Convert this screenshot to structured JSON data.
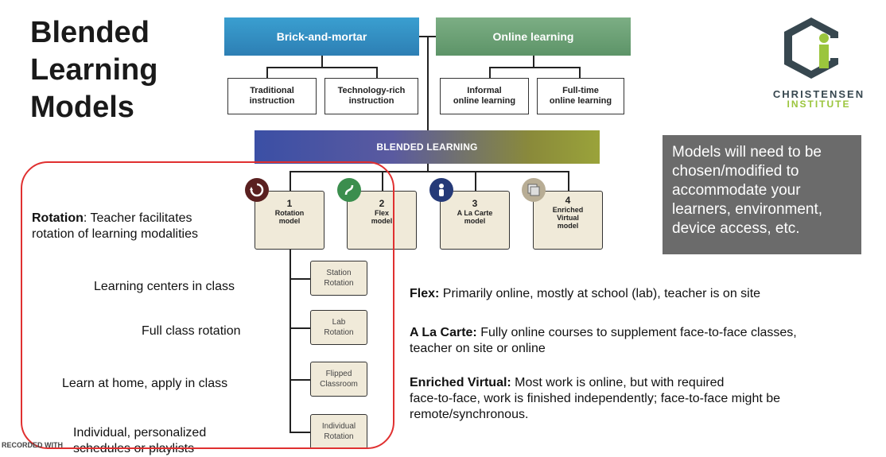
{
  "title": [
    "Blended",
    "Learning",
    "Models"
  ],
  "top": {
    "brick": "Brick-and-mortar",
    "online": "Online learning",
    "brick_children": [
      [
        "Traditional",
        "instruction"
      ],
      [
        "Technology-rich",
        "instruction"
      ]
    ],
    "online_children": [
      [
        "Informal",
        "online learning"
      ],
      [
        "Full-time",
        "online learning"
      ]
    ]
  },
  "logo": {
    "line1": "CHRISTENSEN",
    "line2": "INSTITUTE"
  },
  "blended": "BLENDED LEARNING",
  "models": [
    {
      "num": "1",
      "label1": "Rotation",
      "label2": "model",
      "icon": "rotation-icon"
    },
    {
      "num": "2",
      "label1": "Flex",
      "label2": "model",
      "icon": "flex-icon"
    },
    {
      "num": "3",
      "label1": "A La Carte",
      "label2": "model",
      "icon": "person-icon"
    },
    {
      "num": "4",
      "label1": "Enriched",
      "label2": "Virtual",
      "label3": "model",
      "icon": "layers-icon"
    }
  ],
  "note": "Models will need to be chosen/modified to accommodate your learners, environment, device access, etc.",
  "rotation_def": {
    "bold": "Rotation",
    "rest": ": Teacher facilitates",
    "line2": "rotation of learning modalities"
  },
  "subs": [
    {
      "box": [
        "Station",
        "Rotation"
      ],
      "desc": "Learning centers in class"
    },
    {
      "box": [
        "Lab",
        "Rotation"
      ],
      "desc": "Full class rotation"
    },
    {
      "box": [
        "Flipped",
        "Classroom"
      ],
      "desc": "Learn at home, apply in class"
    },
    {
      "box": [
        "Individual",
        "Rotation"
      ],
      "desc1": "Individual, personalized",
      "desc2": "schedules or playlists"
    }
  ],
  "defs": {
    "flex": {
      "bold": "Flex:",
      "text": " Primarily online, mostly at school (lab), teacher is on site"
    },
    "alacarte": {
      "bold": "A La Carte:",
      "text": " Fully online courses to supplement face-to-face classes,",
      "line2": "teacher on site or online"
    },
    "enriched": {
      "bold": "Enriched Virtual:",
      "text": " Most work is online, but with required",
      "line2": "face-to-face, work is finished independently; face-to-face might be",
      "line3": "remote/synchronous."
    }
  },
  "watermark": "RECORDED WITH",
  "colors": {
    "brick": "#2d8fc4",
    "online": "#6aa375",
    "circle": "#e03030",
    "note_bg": "#6b6b6b",
    "model_bg": "#f0ead9"
  }
}
